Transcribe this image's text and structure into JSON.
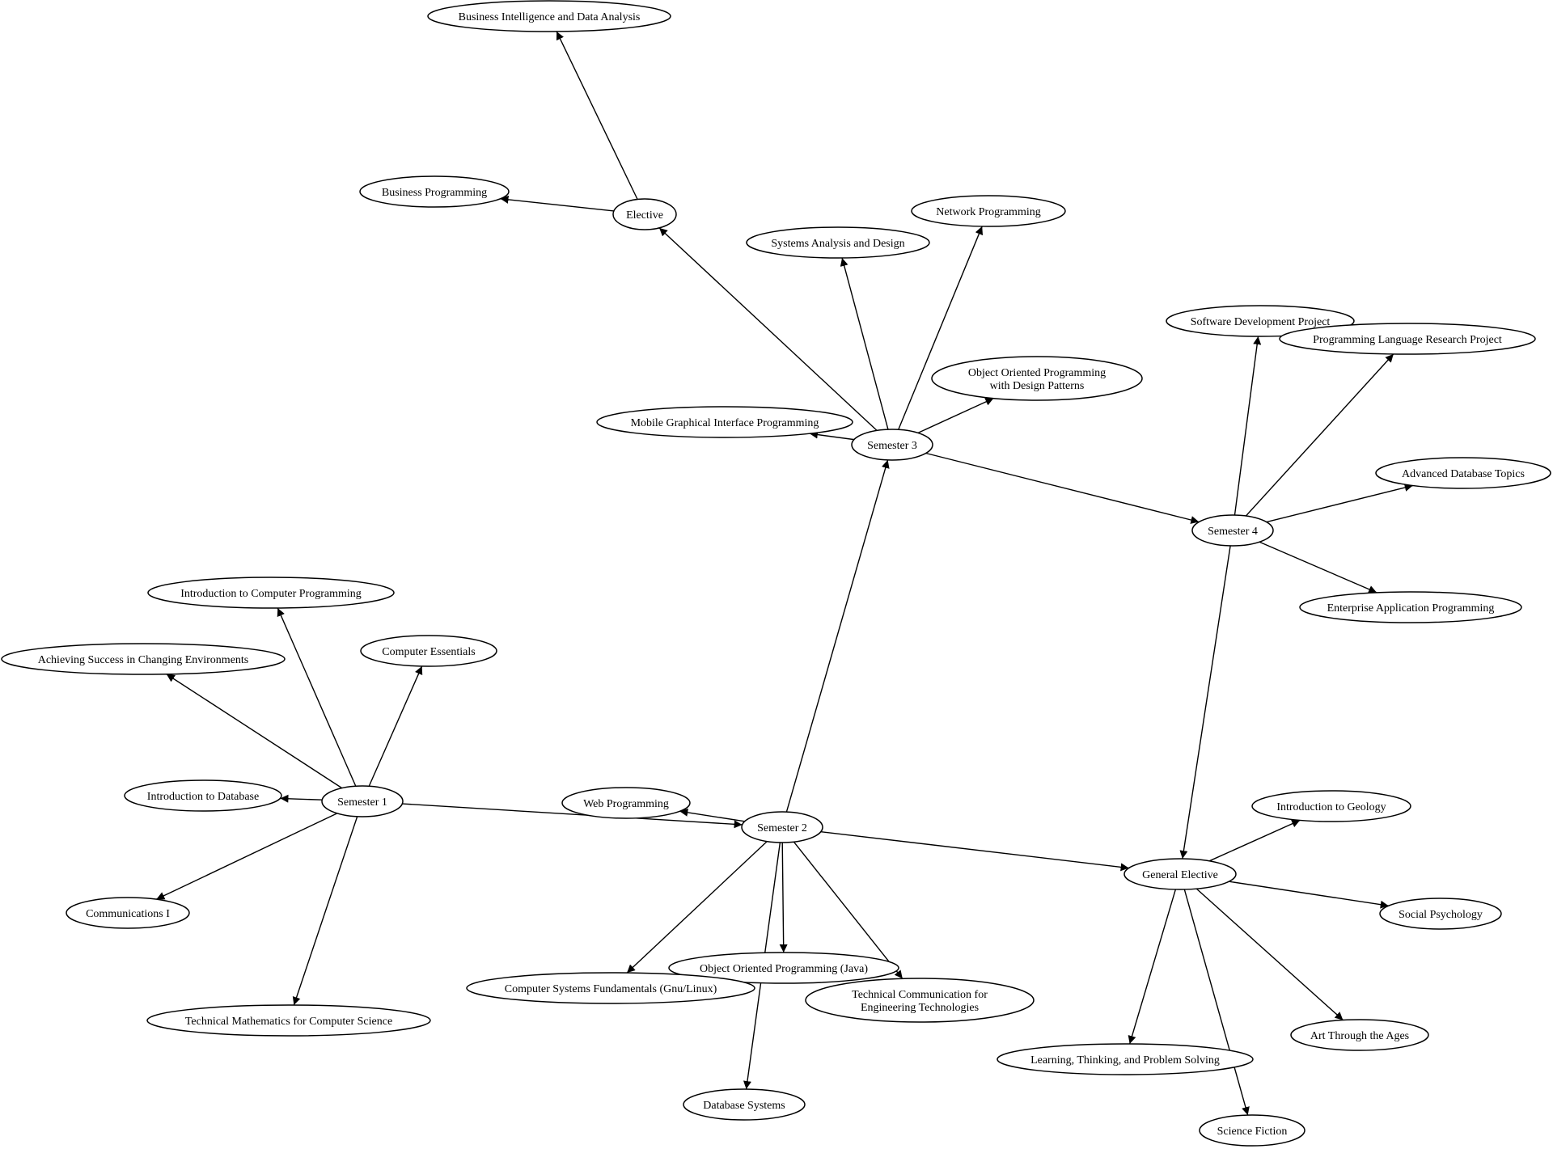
{
  "nodes": [
    {
      "id": "bi",
      "lines": [
        "Business Intelligence and Data Analysis"
      ]
    },
    {
      "id": "bp",
      "lines": [
        "Business Programming"
      ]
    },
    {
      "id": "elective",
      "lines": [
        "Elective"
      ]
    },
    {
      "id": "sad",
      "lines": [
        "Systems Analysis and Design"
      ]
    },
    {
      "id": "netprog",
      "lines": [
        "Network Programming"
      ]
    },
    {
      "id": "sdp",
      "lines": [
        "Software Development Project"
      ]
    },
    {
      "id": "plrp",
      "lines": [
        "Programming Language Research Project"
      ]
    },
    {
      "id": "oopdp",
      "lines": [
        "Object Oriented Programming",
        "with Design Patterns"
      ]
    },
    {
      "id": "mgip",
      "lines": [
        "Mobile Graphical Interface Programming"
      ]
    },
    {
      "id": "sem3",
      "lines": [
        "Semester 3"
      ]
    },
    {
      "id": "adt",
      "lines": [
        "Advanced Database Topics"
      ]
    },
    {
      "id": "sem4",
      "lines": [
        "Semester 4"
      ]
    },
    {
      "id": "eap",
      "lines": [
        "Enterprise Application Programming"
      ]
    },
    {
      "id": "icp",
      "lines": [
        "Introduction to Computer Programming"
      ]
    },
    {
      "id": "ascE",
      "lines": [
        "Achieving Success in Changing Environments"
      ]
    },
    {
      "id": "ce",
      "lines": [
        "Computer Essentials"
      ]
    },
    {
      "id": "idb",
      "lines": [
        "Introduction to Database"
      ]
    },
    {
      "id": "sem1",
      "lines": [
        "Semester 1"
      ]
    },
    {
      "id": "webprog",
      "lines": [
        "Web Programming"
      ]
    },
    {
      "id": "sem2",
      "lines": [
        "Semester 2"
      ]
    },
    {
      "id": "igeo",
      "lines": [
        "Introduction to Geology"
      ]
    },
    {
      "id": "ge",
      "lines": [
        "General Elective"
      ]
    },
    {
      "id": "comm1",
      "lines": [
        "Communications I"
      ]
    },
    {
      "id": "socpsy",
      "lines": [
        "Social Psychology"
      ]
    },
    {
      "id": "oopj",
      "lines": [
        "Object Oriented Programming (Java)"
      ]
    },
    {
      "id": "csf",
      "lines": [
        "Computer Systems Fundamentals (Gnu/Linux)"
      ]
    },
    {
      "id": "tcet",
      "lines": [
        "Technical Communication for",
        "Engineering Technologies"
      ]
    },
    {
      "id": "tmcs",
      "lines": [
        "Technical Mathematics for Computer Science"
      ]
    },
    {
      "id": "ata",
      "lines": [
        "Art Through the Ages"
      ]
    },
    {
      "id": "ltps",
      "lines": [
        "Learning, Thinking, and Problem Solving"
      ]
    },
    {
      "id": "dbs",
      "lines": [
        "Database Systems"
      ]
    },
    {
      "id": "scifi",
      "lines": [
        "Science Fiction"
      ]
    }
  ],
  "edges": [
    [
      "sem1",
      "icp"
    ],
    [
      "sem1",
      "ascE"
    ],
    [
      "sem1",
      "ce"
    ],
    [
      "sem1",
      "idb"
    ],
    [
      "sem1",
      "comm1"
    ],
    [
      "sem1",
      "tmcs"
    ],
    [
      "sem1",
      "sem2"
    ],
    [
      "sem2",
      "webprog"
    ],
    [
      "sem2",
      "sem3"
    ],
    [
      "sem2",
      "csf"
    ],
    [
      "sem2",
      "oopj"
    ],
    [
      "sem2",
      "tcet"
    ],
    [
      "sem2",
      "dbs"
    ],
    [
      "sem2",
      "ge"
    ],
    [
      "sem3",
      "elective"
    ],
    [
      "sem3",
      "sad"
    ],
    [
      "sem3",
      "netprog"
    ],
    [
      "sem3",
      "oopdp"
    ],
    [
      "sem3",
      "mgip"
    ],
    [
      "sem3",
      "sem4"
    ],
    [
      "elective",
      "bi"
    ],
    [
      "elective",
      "bp"
    ],
    [
      "sem4",
      "sdp"
    ],
    [
      "sem4",
      "plrp"
    ],
    [
      "sem4",
      "adt"
    ],
    [
      "sem4",
      "eap"
    ],
    [
      "sem4",
      "ge"
    ],
    [
      "ge",
      "igeo"
    ],
    [
      "ge",
      "socpsy"
    ],
    [
      "ge",
      "ata"
    ],
    [
      "ge",
      "ltps"
    ],
    [
      "ge",
      "scifi"
    ]
  ]
}
